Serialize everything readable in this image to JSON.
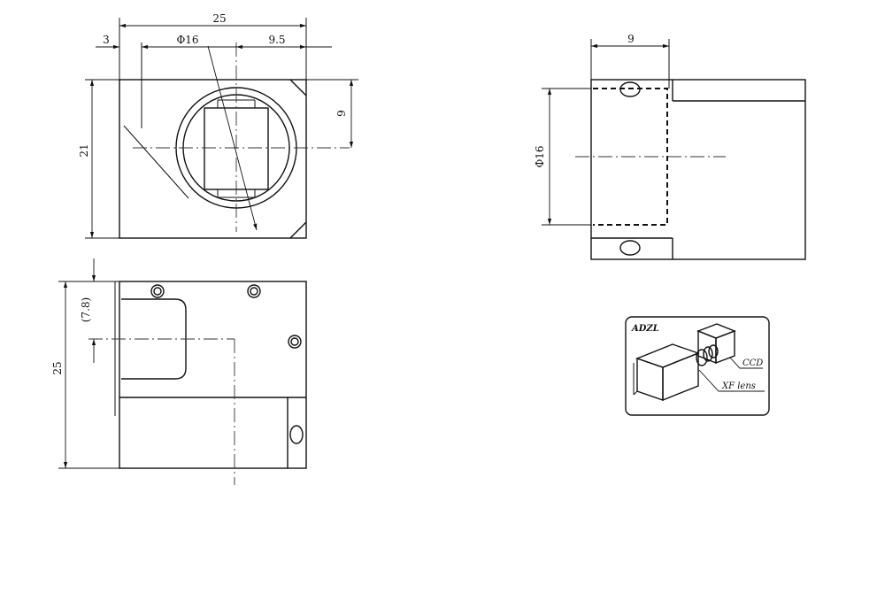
{
  "front_view": {
    "dims": {
      "width": "25",
      "left_offset": "3",
      "bore_diameter": "Φ16",
      "right_offset": "9.5",
      "height": "21",
      "center_height": "9"
    }
  },
  "side_view": {
    "dims": {
      "depth": "9",
      "bore_diameter": "Φ16"
    }
  },
  "bottom_view": {
    "dims": {
      "height": "25",
      "ref_offset": "(7.8)"
    }
  },
  "inset": {
    "brand": "ADZL",
    "callouts": {
      "ccd": "CCD",
      "lens": "XF lens"
    }
  }
}
